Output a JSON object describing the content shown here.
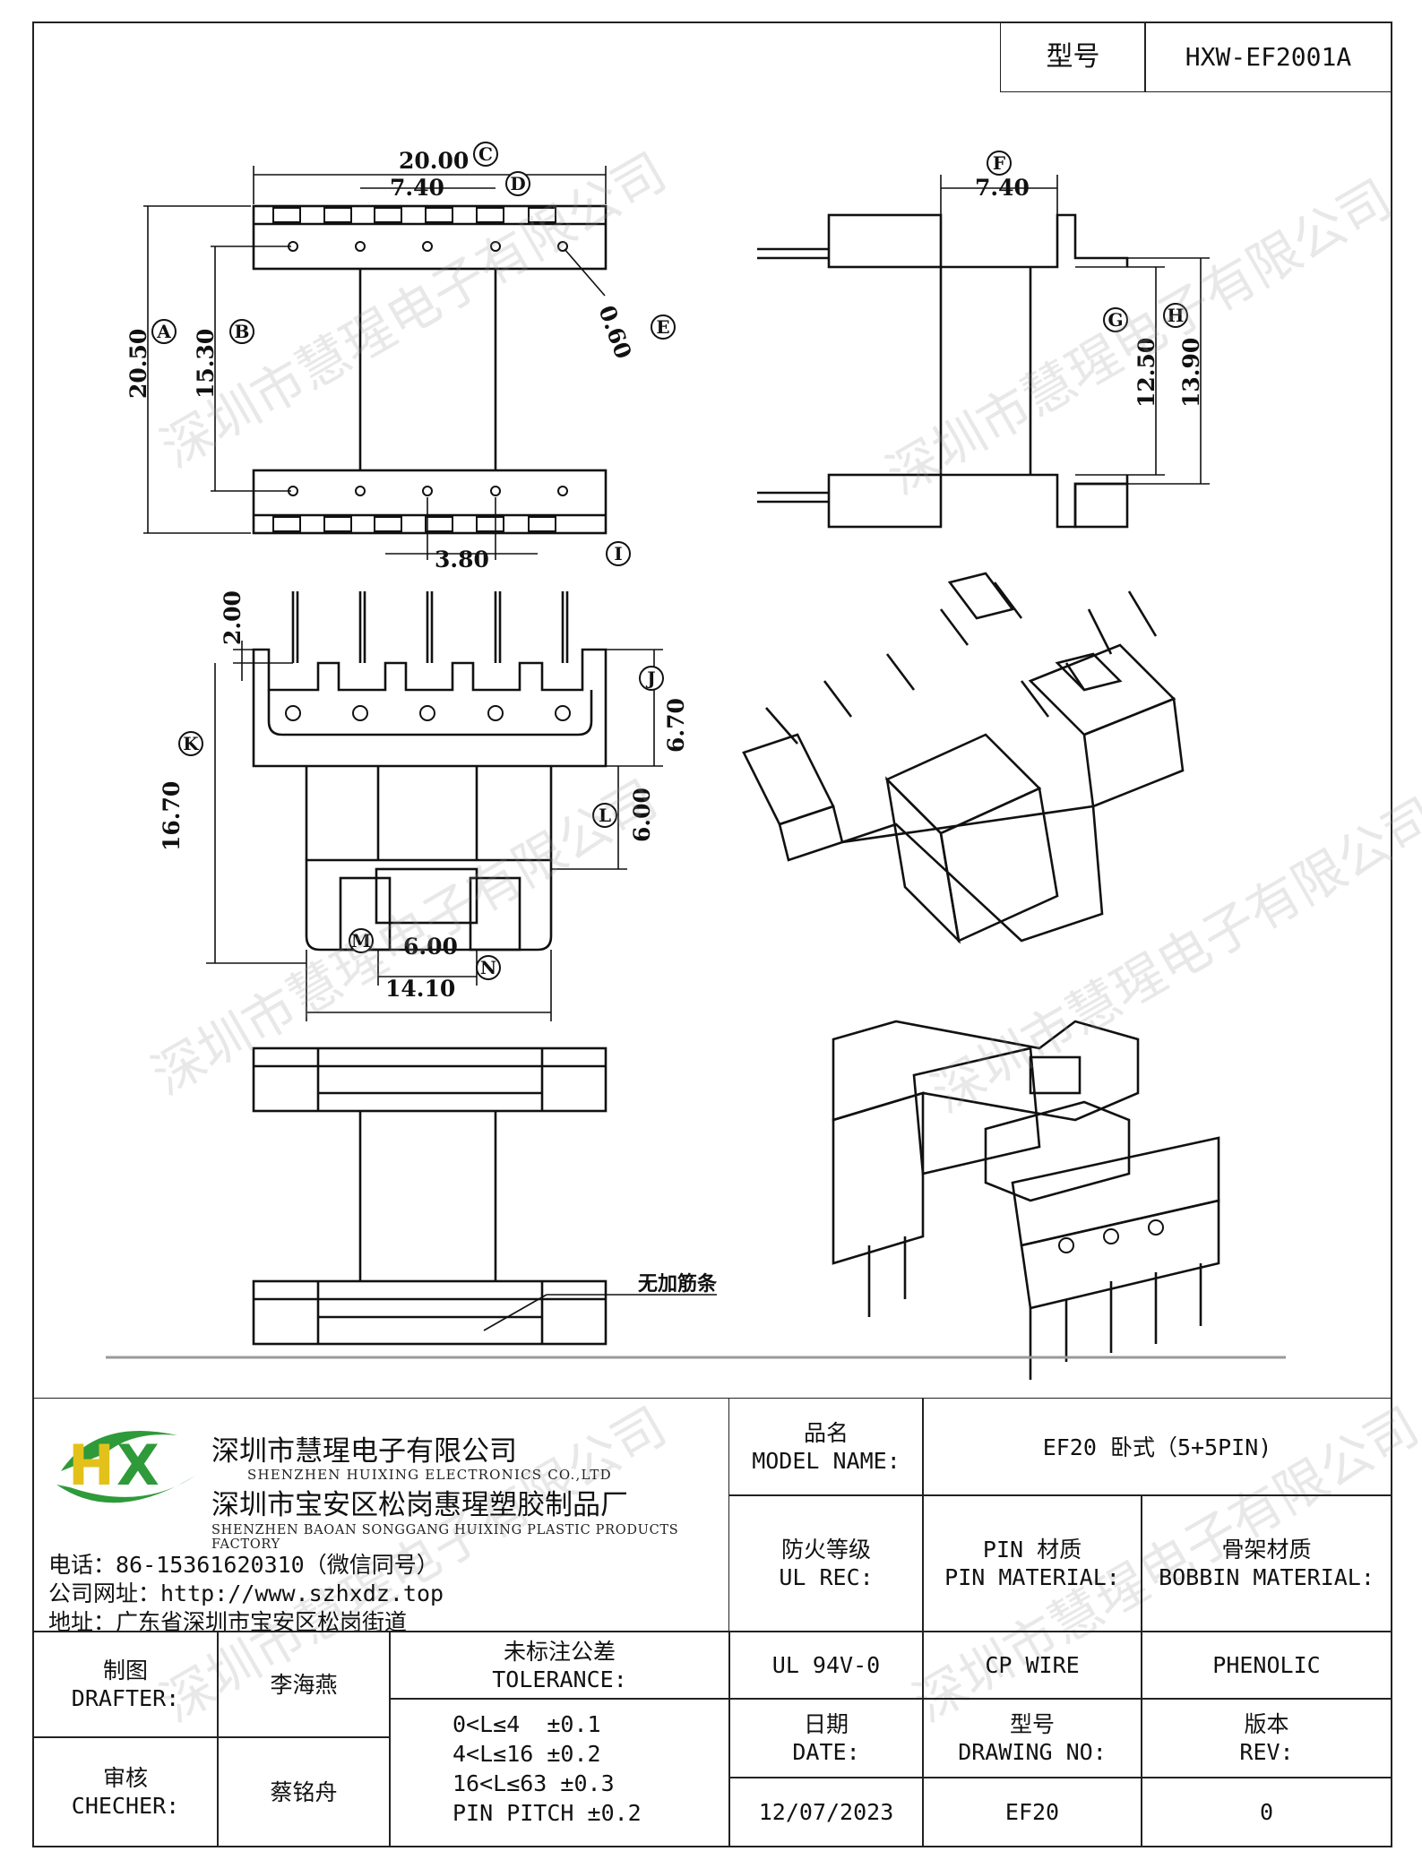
{
  "model_header": {
    "label": "型号",
    "value": "HXW-EF2001A"
  },
  "dimensions": {
    "top_width": "20.00",
    "top_pitch": "7.40",
    "pin_dia": "0.60",
    "height_total": "20.50",
    "height_inner": "15.30",
    "bottom_pitch": "3.80",
    "side_pitch": "7.40",
    "side_inner": "12.50",
    "side_outer": "13.90",
    "front_pin": "2.00",
    "front_height": "16.70",
    "front_top": "6.70",
    "front_core": "6.00",
    "front_w_inner": "6.00",
    "front_w_outer": "14.10"
  },
  "markers": {
    "C": "C",
    "D": "D",
    "E": "E",
    "A": "A",
    "B": "B",
    "I": "I",
    "F": "F",
    "G": "G",
    "H": "H",
    "K": "K",
    "J": "J",
    "L": "L",
    "M": "M",
    "N": "N"
  },
  "annotation": "无加筋条",
  "company": {
    "name_cn": "深圳市慧瑆电子有限公司",
    "name_en": "SHENZHEN HUIXING ELECTRONICS CO.,LTD",
    "factory_cn": "深圳市宝安区松岗惠瑆塑胶制品厂",
    "factory_en": "SHENZHEN BAOAN SONGGANG HUIXING PLASTIC PRODUCTS FACTORY",
    "phone": "电话：86-15361620310（微信同号）",
    "website": "公司网址：http://www.szhxdz.top",
    "address": "地址：广东省深圳市宝安区松岗街道",
    "logo_h": "H",
    "logo_x": "X"
  },
  "model_name": {
    "label_cn": "品名",
    "label_en": "MODEL NAME:",
    "value": "EF20 卧式（5+5PIN)"
  },
  "fire": {
    "label_cn": "防火等级",
    "label_en": "UL REC:",
    "value": "UL 94V-0"
  },
  "pin_material": {
    "label_cn": "PIN 材质",
    "label_en": "PIN MATERIAL:",
    "value": "CP WIRE"
  },
  "bobbin_material": {
    "label_cn": "骨架材质",
    "label_en": "BOBBIN MATERIAL:",
    "value": "PHENOLIC"
  },
  "drafter": {
    "label_cn": "制图",
    "label_en": "DRAFTER:",
    "value": "李海燕"
  },
  "checker": {
    "label_cn": "审核",
    "label_en": "CHECHER:",
    "value": "蔡铭舟"
  },
  "tolerance": {
    "label_cn": "未标注公差",
    "label_en": "TOLERANCE:",
    "lines": [
      "0<L≤4  ±0.1",
      "4<L≤16 ±0.2",
      "16<L≤63 ±0.3",
      "PIN PITCH ±0.2"
    ]
  },
  "date": {
    "label_cn": "日期",
    "label_en": "DATE:",
    "value": "12/07/2023"
  },
  "drawing_no": {
    "label_cn": "型号",
    "label_en": "DRAWING NO:",
    "value": "EF20"
  },
  "rev": {
    "label_cn": "版本",
    "label_en": "REV:",
    "value": "0"
  },
  "watermark": "深圳市慧瑆电子有限公司",
  "colors": {
    "logo_green": "#2e9a3a",
    "logo_yellow": "#e2c21a",
    "line": "#222222"
  }
}
